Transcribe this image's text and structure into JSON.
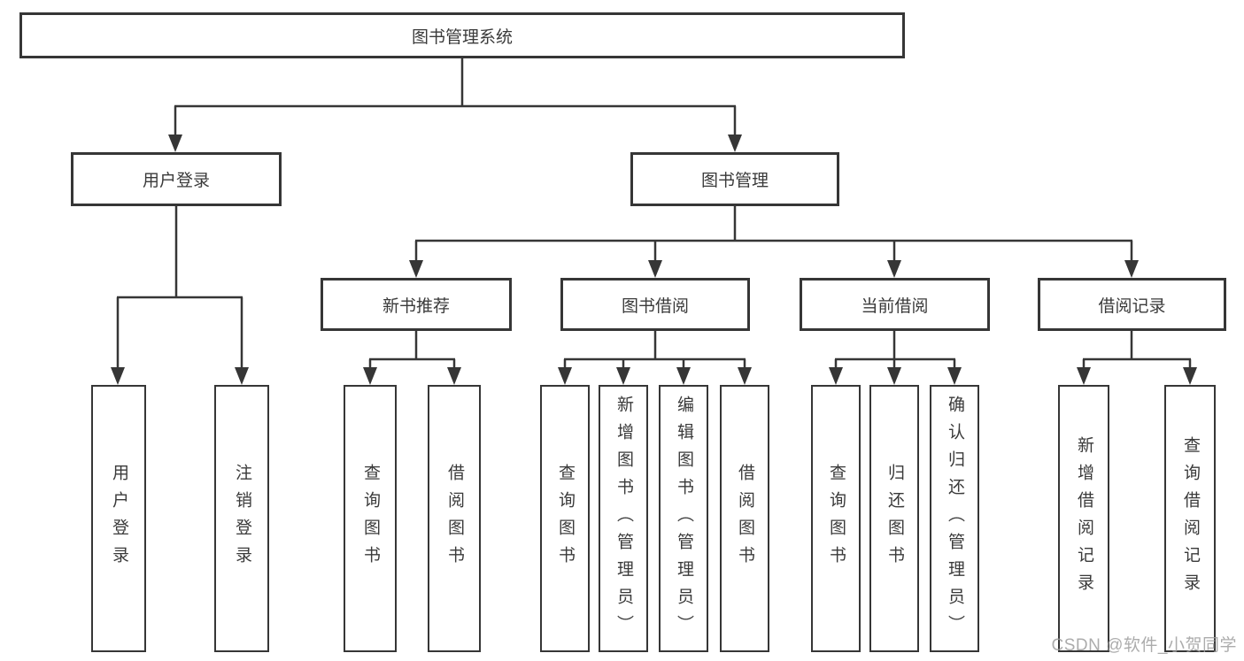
{
  "diagram": {
    "root": {
      "label": "图书管理系统",
      "children": [
        {
          "label": "用户登录",
          "children": [
            {
              "label": "用户登录"
            },
            {
              "label": "注销登录"
            }
          ]
        },
        {
          "label": "图书管理",
          "children": [
            {
              "label": "新书推荐",
              "children": [
                {
                  "label": "查询图书"
                },
                {
                  "label": "借阅图书"
                }
              ]
            },
            {
              "label": "图书借阅",
              "children": [
                {
                  "label": "查询图书"
                },
                {
                  "label": "新增图书（管理员）"
                },
                {
                  "label": "编辑图书（管理员）"
                },
                {
                  "label": "借阅图书"
                }
              ]
            },
            {
              "label": "当前借阅",
              "children": [
                {
                  "label": "查询图书"
                },
                {
                  "label": "归还图书"
                },
                {
                  "label": "确认归还（管理员）"
                }
              ]
            },
            {
              "label": "借阅记录",
              "children": [
                {
                  "label": "新增借阅记录"
                },
                {
                  "label": "查询借阅记录"
                }
              ]
            }
          ]
        }
      ]
    }
  },
  "watermark": {
    "text": "CSDN @软件_小贺同学"
  },
  "colors": {
    "line": "#363636",
    "box_border": "#363636",
    "box_fill": "#ffffff",
    "text": "#3a3a3a",
    "watermark": "#9e9e9e"
  }
}
